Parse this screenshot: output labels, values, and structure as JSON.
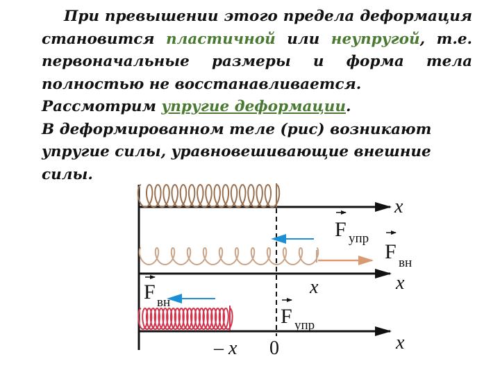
{
  "slide": {
    "paragraph1": {
      "part1": "При превышении этого предела деформация становится ",
      "plastic": "пластичной",
      "part2": " или ",
      "inelastic": "неупругой",
      "part3": ", т.е. первоначальные размеры и форма тела полностью не восстанавливается."
    },
    "paragraph2": {
      "part1": "Рассмотрим ",
      "link": "упругие деформации",
      "part2": "."
    },
    "paragraph3": "В деформированном теле (рис) возникают упругие силы, уравновешивающие внешние силы."
  },
  "figure": {
    "axis_label": "x",
    "minus_x_label": "– x",
    "zero_label": "0",
    "force_letter": "F",
    "elastic_subscript": "упр",
    "external_subscript": "вн",
    "colors": {
      "spring_relaxed": "#9a6f4e",
      "spring_compressed": "#d2334b",
      "elastic_force_arrow": "#1a8fd6",
      "external_force_arrow": "#d99a73",
      "axis": "#111111"
    }
  }
}
